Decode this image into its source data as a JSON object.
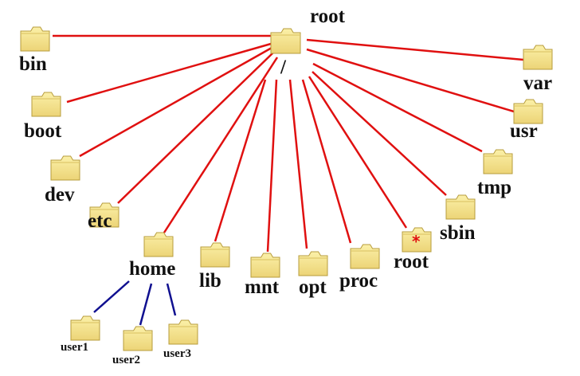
{
  "root": {
    "label": "root",
    "path": "/"
  },
  "colors": {
    "root_links": "#e01010",
    "home_links": "#101090",
    "folder": "#f5e48e",
    "star": "#e01010"
  },
  "children": [
    {
      "label": "bin"
    },
    {
      "label": "boot"
    },
    {
      "label": "dev"
    },
    {
      "label": "etc"
    },
    {
      "label": "home"
    },
    {
      "label": "lib"
    },
    {
      "label": "mnt"
    },
    {
      "label": "opt"
    },
    {
      "label": "proc"
    },
    {
      "label": "root",
      "marker": "*"
    },
    {
      "label": "sbin"
    },
    {
      "label": "tmp"
    },
    {
      "label": "usr"
    },
    {
      "label": "var"
    }
  ],
  "home_children": [
    {
      "label": "user1"
    },
    {
      "label": "user2"
    },
    {
      "label": "user3"
    }
  ]
}
